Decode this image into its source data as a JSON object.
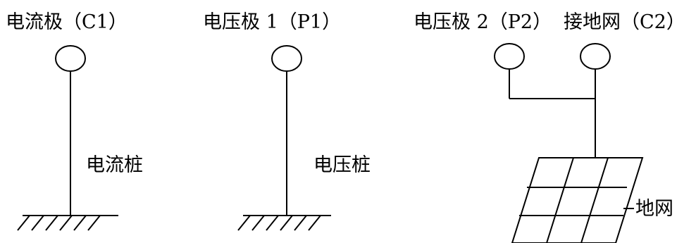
{
  "labels": {
    "c1_electrode": "电流极（C1）",
    "p1_electrode": "电压极 1（P1）",
    "p2_electrode": "电压极 2（P2）",
    "c2_ground_grid": "接地网（C2）",
    "current_stake": "电流桩",
    "voltage_stake": "电压桩",
    "ground_grid": "地网"
  }
}
